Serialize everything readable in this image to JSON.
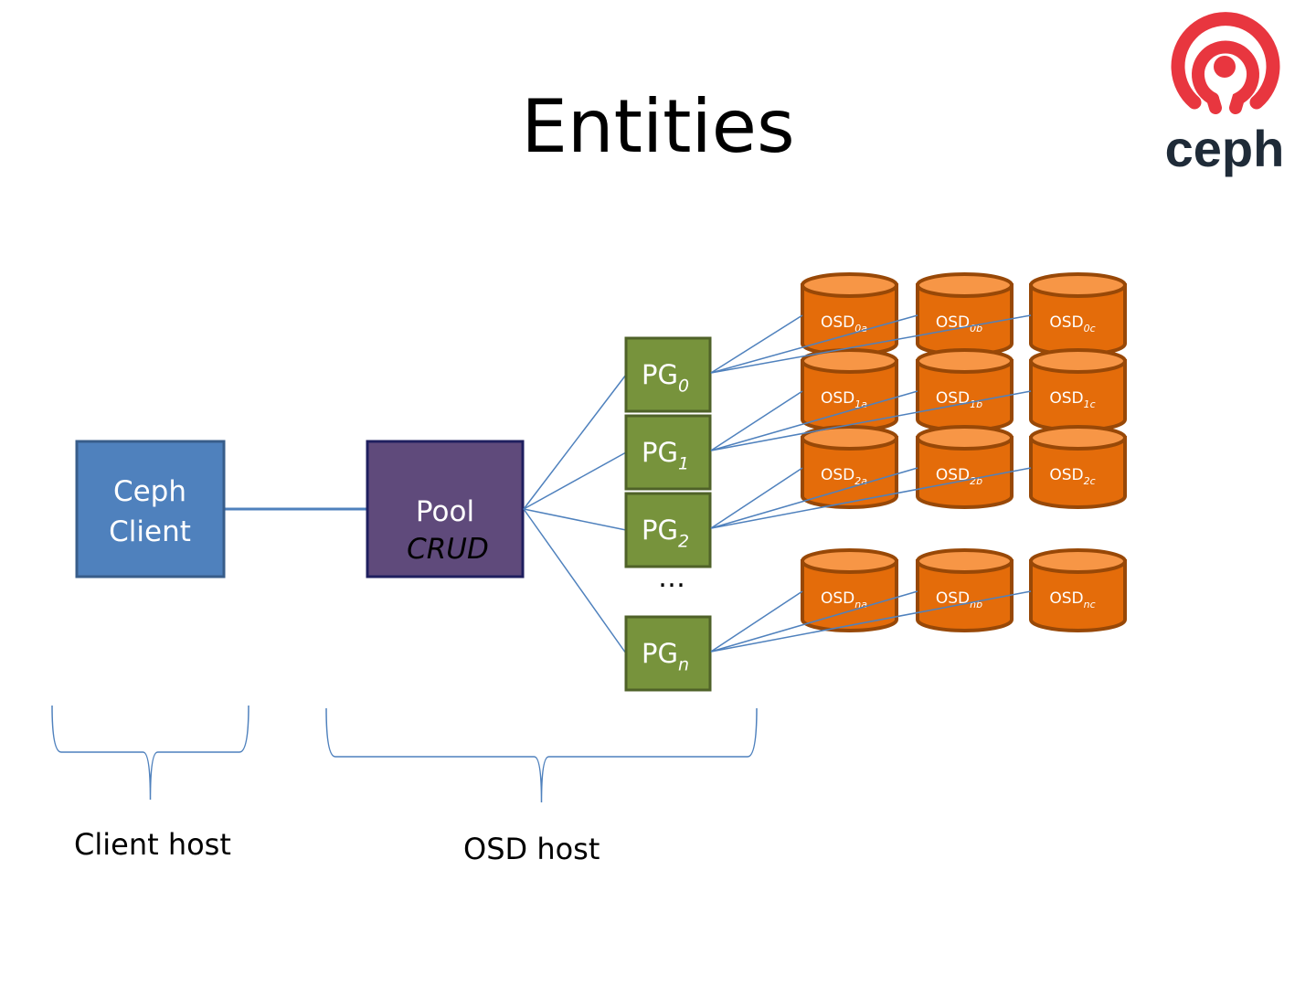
{
  "title": "Entities",
  "logo": {
    "text": "ceph",
    "colors": {
      "mark": "#e8363f",
      "text": "#1f2b38"
    }
  },
  "client": {
    "line1": "Ceph",
    "line2": "Client",
    "color": "#4f81bd"
  },
  "pool": {
    "line1": "Pool",
    "line2": "CRUD",
    "color": "#5f4a7b"
  },
  "pgs": [
    {
      "base": "PG",
      "sub": "0"
    },
    {
      "base": "PG",
      "sub": "1"
    },
    {
      "base": "PG",
      "sub": "2"
    },
    {
      "base": "PG",
      "sub": "n"
    }
  ],
  "pg_color": "#77933c",
  "ellipsis": "…",
  "osd_rows": [
    [
      {
        "base": "OSD",
        "sub": "0a"
      },
      {
        "base": "OSD",
        "sub": "0b"
      },
      {
        "base": "OSD",
        "sub": "0c"
      }
    ],
    [
      {
        "base": "OSD",
        "sub": "1a"
      },
      {
        "base": "OSD",
        "sub": "1b"
      },
      {
        "base": "OSD",
        "sub": "1c"
      }
    ],
    [
      {
        "base": "OSD",
        "sub": "2a"
      },
      {
        "base": "OSD",
        "sub": "2b"
      },
      {
        "base": "OSD",
        "sub": "2c"
      }
    ],
    [
      {
        "base": "OSD",
        "sub": "na"
      },
      {
        "base": "OSD",
        "sub": "nb"
      },
      {
        "base": "OSD",
        "sub": "nc"
      }
    ]
  ],
  "osd_color": "#e46c0a",
  "line_color": "#4f81bd",
  "labels": {
    "client_host": "Client host",
    "osd_host": "OSD host"
  }
}
